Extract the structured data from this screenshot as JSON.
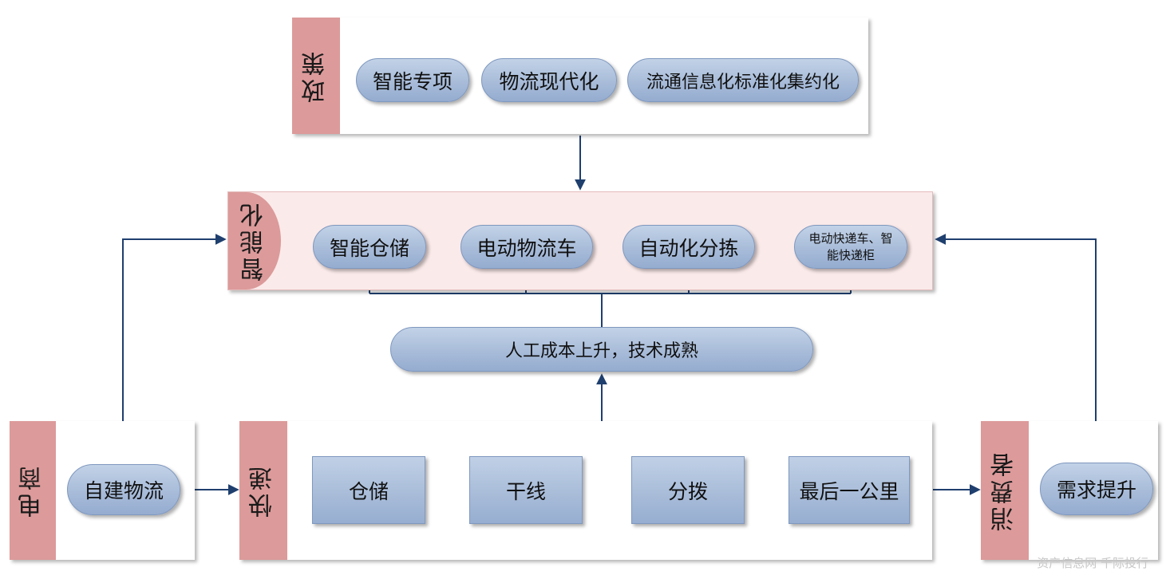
{
  "policy": {
    "label": "政策",
    "items": [
      "智能专项",
      "物流现代化",
      "流通信息化标准化集约化"
    ]
  },
  "intelligence": {
    "label": "智能化",
    "items": [
      "智能仓储",
      "电动物流车",
      "自动化分拣",
      "电动快递车、智能快递柜"
    ]
  },
  "driver": {
    "label": "人工成本上升，技术成熟"
  },
  "ecommerce": {
    "label": "电商",
    "item": "自建物流"
  },
  "express": {
    "label": "快递",
    "steps": [
      "仓储",
      "干线",
      "分拨",
      "最后一公里"
    ]
  },
  "consumer": {
    "label": "消费者",
    "item": "需求提升"
  },
  "watermark": "资产信息网 千际投行",
  "colors": {
    "tab": "#dc9a9a",
    "banner": "#fbeaea",
    "pill": "#a8bcd9",
    "connector": "#1f3f6e"
  }
}
